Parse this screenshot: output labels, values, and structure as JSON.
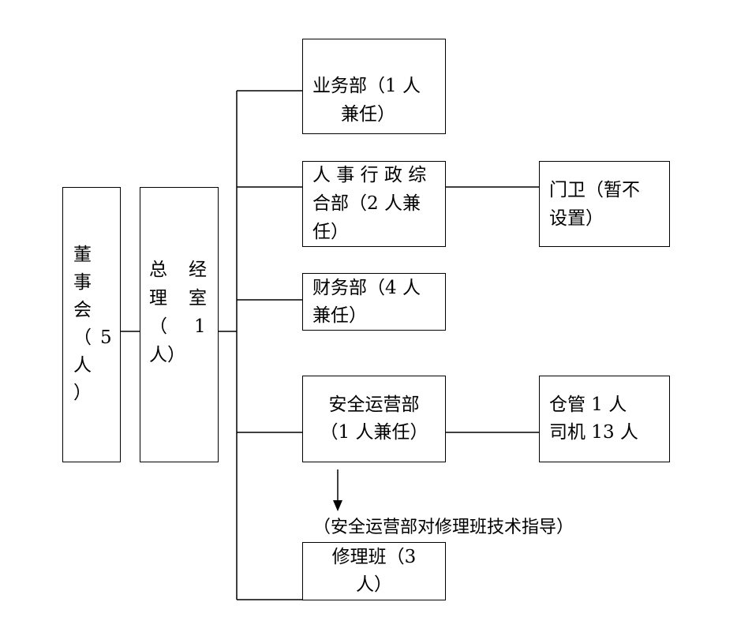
{
  "board": {
    "lines": [
      "董",
      "事",
      "会",
      "（",
      "人",
      "）"
    ],
    "count": "5"
  },
  "gm_office": {
    "col_left": [
      "总",
      "理",
      "（",
      "人）"
    ],
    "col_right": [
      "经",
      "室",
      "1"
    ]
  },
  "departments": {
    "business": [
      "业务部（1 人",
      "兼任）"
    ],
    "hr_admin": [
      "人 事 行 政 综",
      "合部（2 人兼",
      "任）"
    ],
    "finance": [
      "财务部（4 人",
      "兼任）"
    ],
    "safety_ops": [
      "安全运营部",
      "（1 人兼任）"
    ],
    "repair": [
      "修理班（3",
      "人）"
    ]
  },
  "sub_units": {
    "gatekeeper": [
      "门卫（暂不",
      "设置）"
    ],
    "warehouse_drivers": [
      "仓管 1 人",
      "司机 13 人"
    ]
  },
  "annotation": "（安全运营部对修理班技术指导）"
}
